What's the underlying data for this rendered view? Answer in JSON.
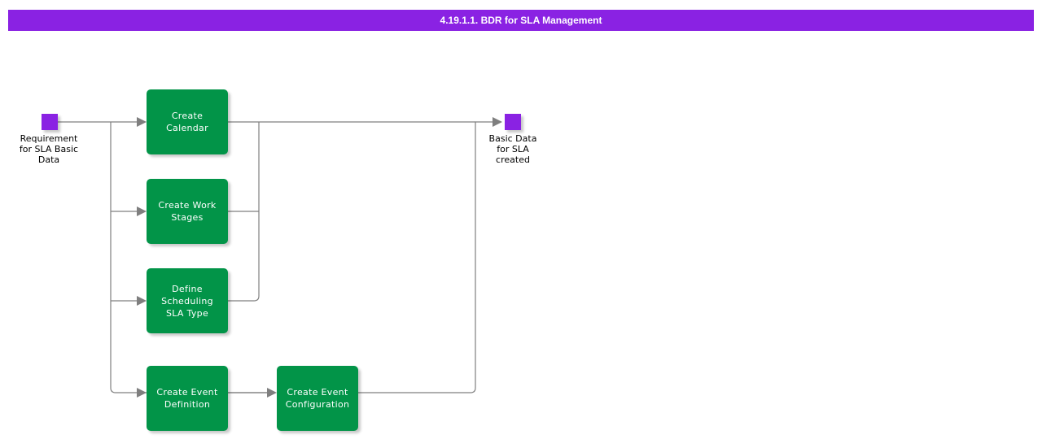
{
  "header": {
    "title": "4.19.1.1. BDR for SLA Management",
    "bar_color": "#8a22e3",
    "text_color": "#ffffff"
  },
  "diagram": {
    "type": "process-flow",
    "box_color": "#029448",
    "event_color": "#8a22e3",
    "connector_color": "#7f7f7f",
    "start_event": {
      "name": "start-event",
      "label": "Requirement\nfor SLA Basic\nData"
    },
    "end_event": {
      "name": "end-event",
      "label": "Basic Data\nfor SLA\ncreated"
    },
    "steps": [
      {
        "id": "create-calendar",
        "label": "Create Calendar"
      },
      {
        "id": "create-work-stages",
        "label": "Create Work\nStages"
      },
      {
        "id": "define-scheduling-sla-type",
        "label": "Define\nScheduling SLA\nType"
      },
      {
        "id": "create-event-definition",
        "label": "Create Event\nDefinition"
      },
      {
        "id": "create-event-configuration",
        "label": "Create Event\nConfiguration"
      }
    ]
  }
}
